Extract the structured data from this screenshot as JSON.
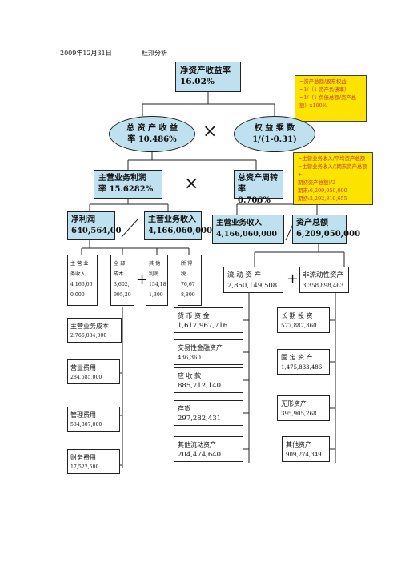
{
  "header": {
    "date": "2009年12月31日",
    "title": "杜邦分析"
  },
  "roe": {
    "label": "净资产收益率",
    "value": "16.02%"
  },
  "roe_note": "=资产总额/股东权益\n=1/（1-资产负债率）\n=1/（1-负债总额/资产总\n额）x100%",
  "roa": {
    "label": "总 资 产 收 益",
    "value": "率 10.486%"
  },
  "multiplier": {
    "label": "权 益 乘 数",
    "value": "1/(1-0.31)"
  },
  "turnover_note": "=主营业务收入/平均资产总额\n=主营业务收入/(期末资产总额+\n期初资产总额)/2\n期末:6,209,050,000\n期初:2,292,819,655",
  "profit_margin": {
    "label": "主营业务利润",
    "value": "率 15.6282%"
  },
  "asset_turnover": {
    "label": "总资产周转",
    "value": "率 0.706%"
  },
  "net_profit": {
    "label": "净利润",
    "value": "640,564,00"
  },
  "revenue_a": {
    "label": "主营业务收入",
    "value": "4,166,060,000"
  },
  "revenue_b": {
    "label": "主营业务收入",
    "value": "4,166,060,000"
  },
  "total_assets": {
    "label": "资产总额",
    "value": "6,209,050,000"
  },
  "profit_parts": [
    {
      "text": "主 营 业\n务收入\n4,166,06\n0,000"
    },
    {
      "text": "全 部\n成本\n3,602,\n995,20"
    },
    {
      "text": "其 他\n利润\n154,18\n1,300"
    },
    {
      "text": "所 得\n税\n76,67\n8,800"
    }
  ],
  "cost_items": [
    {
      "label": "主营业务成本",
      "value": "2,766,084,000"
    },
    {
      "label": "营业费用",
      "value": "284,585,000"
    },
    {
      "label": "管理费用",
      "value": "534,807,000"
    },
    {
      "label": "财务费用",
      "value": "17,522,500"
    }
  ],
  "current_assets": {
    "label": "流 动 资 产",
    "value": "2,850,149,508"
  },
  "noncurrent_assets": {
    "label": "非流动性资产",
    "value": "3,358,898,463"
  },
  "current_items": [
    {
      "label": "货 币 资 金",
      "value": "1,617,967,716"
    },
    {
      "label": "交易性金融资产",
      "value": "436,360"
    },
    {
      "label": "应 收 款",
      "value": "885,712,140"
    },
    {
      "label": "存货",
      "value": "297,282,431"
    },
    {
      "label": "其他流动资产",
      "value": "204,474,640"
    }
  ],
  "noncurrent_items": [
    {
      "label": "长 期 投 资",
      "value": "577,887,360"
    },
    {
      "label": "固 定 资 产",
      "value": "1,475,833,486"
    },
    {
      "label": "无形资产",
      "value": "395,905,268"
    },
    {
      "label": "其他资产",
      "value": "909,274,349"
    }
  ],
  "symbols": {
    "times": "×",
    "divide": "／",
    "plus": "+"
  }
}
